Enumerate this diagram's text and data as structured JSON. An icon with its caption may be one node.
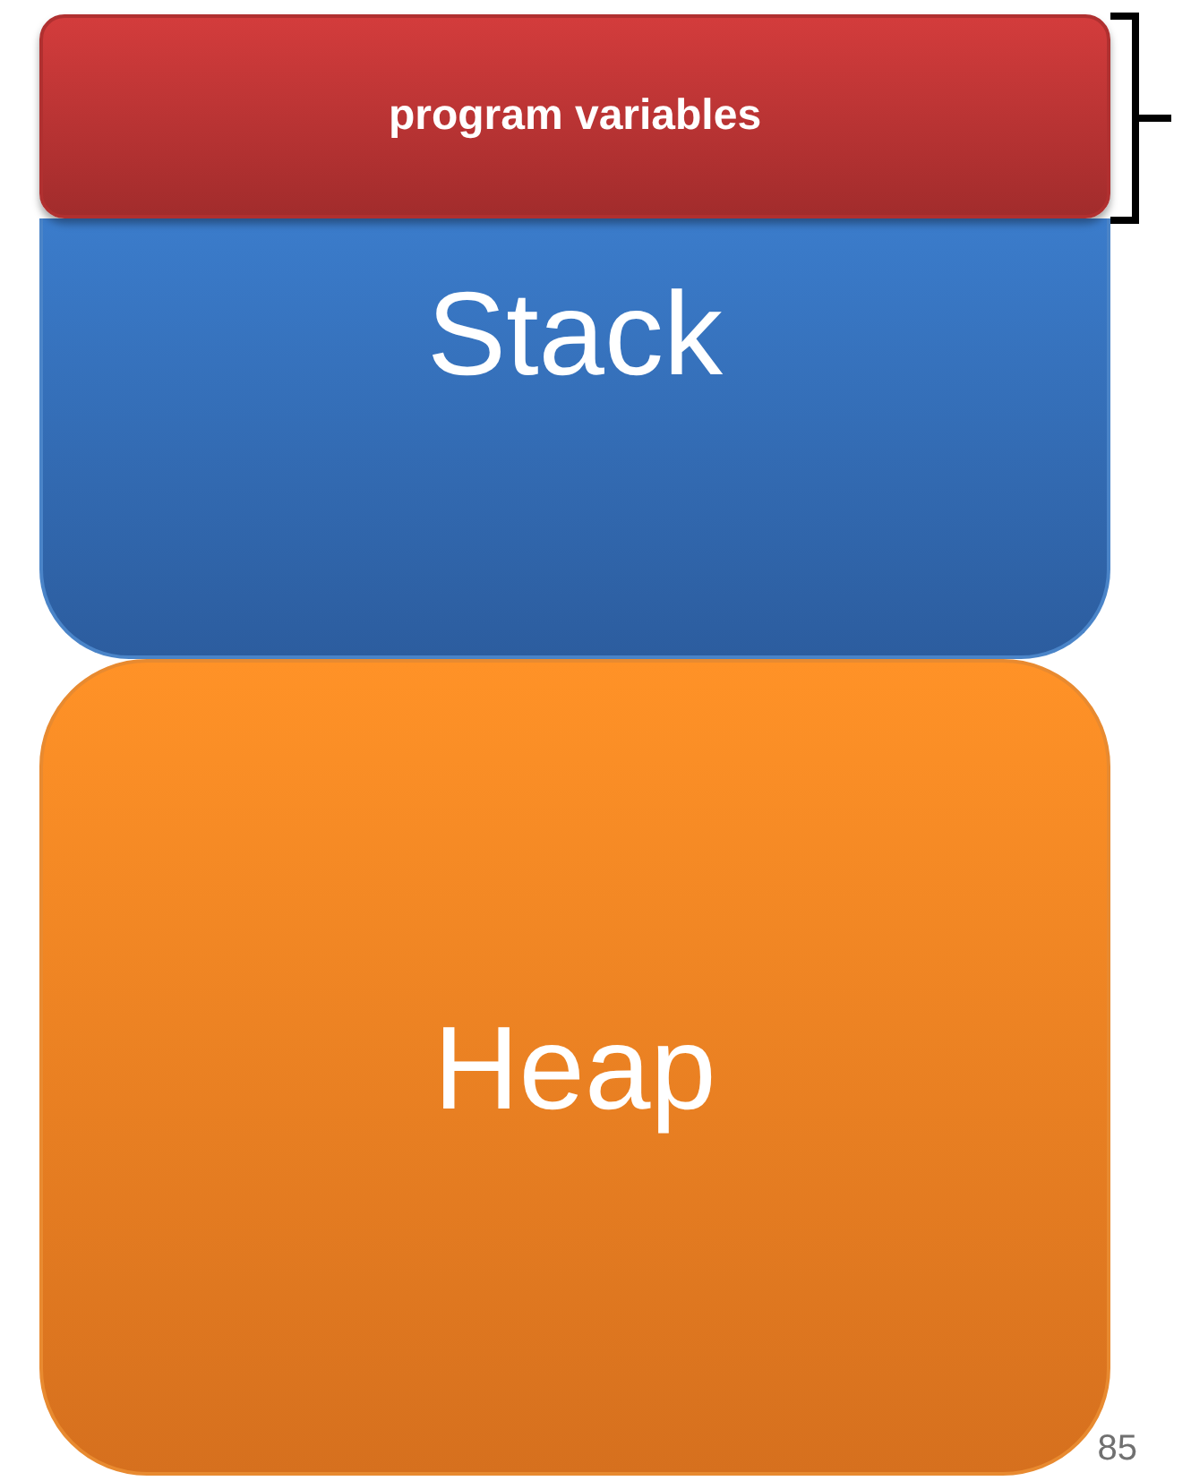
{
  "diagram": {
    "nodes": [
      {
        "text": [
          "program variables"
        ]
      },
      {
        "text": [
          "Stack"
        ]
      },
      {
        "text": [
          "Heap"
        ]
      }
    ],
    "labels": [
      "85"
    ]
  }
}
